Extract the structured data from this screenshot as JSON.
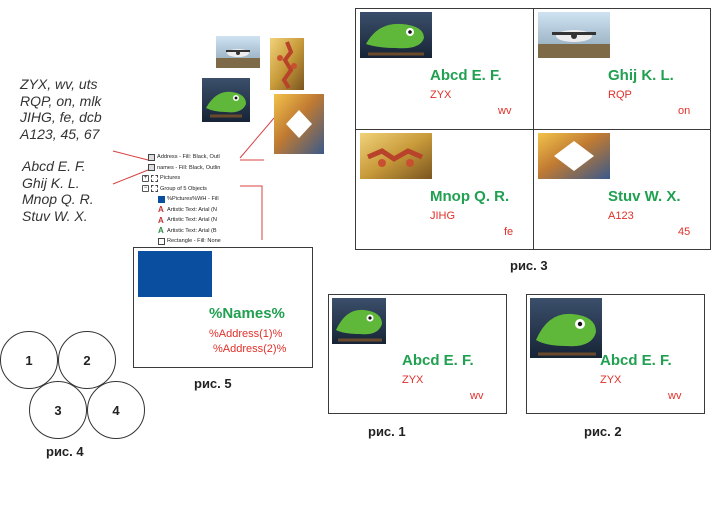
{
  "left_list_a": [
    "ZYX, wv, uts",
    "RQP, on, mlk",
    "JIHG, fe, dcb",
    "A123, 45, 67"
  ],
  "left_list_b": [
    "Abcd E. F.",
    "Ghij K. L.",
    "Mnop Q. R.",
    "Stuv W. X."
  ],
  "tree": [
    {
      "label": "Address - Fill: Black, Outl",
      "icon": "text-object-icon"
    },
    {
      "label": "names - Fill: Black, Outlin",
      "icon": "text-object-icon"
    },
    {
      "label": "Pictures",
      "icon": "group-icon"
    },
    {
      "label": "Group of 5 Objects",
      "icon": "group-icon"
    },
    {
      "label": "%Pictures%WH - Fill",
      "icon": "blue-rectangle-icon"
    },
    {
      "label": "Artistic Text: Arial (N",
      "icon": "artistic-text-icon"
    },
    {
      "label": "Artistic Text: Arial (N",
      "icon": "artistic-text-icon"
    },
    {
      "label": "Artistic Text: Arial (B",
      "icon": "artistic-text-icon"
    },
    {
      "label": "Rectangle - Fill: None",
      "icon": "rectangle-icon"
    }
  ],
  "template": {
    "name": "%Names%",
    "addr1": "%Address(1)%",
    "addr2": "%Address(2)%",
    "fill_color": "#0a4ea0"
  },
  "fig3_cards": [
    {
      "name": "Abcd E. F.",
      "addr1": "ZYX",
      "addr2": "wv",
      "image": "chameleon"
    },
    {
      "name": "Ghij K. L.",
      "addr1": "RQP",
      "addr2": "on",
      "image": "airplane"
    },
    {
      "name": "Mnop Q. R.",
      "addr1": "JIHG",
      "addr2": "fe",
      "image": "lobster"
    },
    {
      "name": "Stuv W. X.",
      "addr1": "A123",
      "addr2": "45",
      "image": "diamond"
    }
  ],
  "fig1_card": {
    "name": "Abcd E. F.",
    "addr1": "ZYX",
    "addr2": "wv",
    "image": "chameleon"
  },
  "fig2_card": {
    "name": "Abcd E. F.",
    "addr1": "ZYX",
    "addr2": "wv",
    "image": "chameleon"
  },
  "circles": [
    "1",
    "2",
    "3",
    "4"
  ],
  "captions": {
    "fig1": "рис. 1",
    "fig2": "рис. 2",
    "fig3": "рис. 3",
    "fig4": "рис. 4",
    "fig5": "рис. 5"
  },
  "colors": {
    "name": "#20a050",
    "address": "#e0302a",
    "connector": "#d84040",
    "border": "#3a3a3a"
  }
}
